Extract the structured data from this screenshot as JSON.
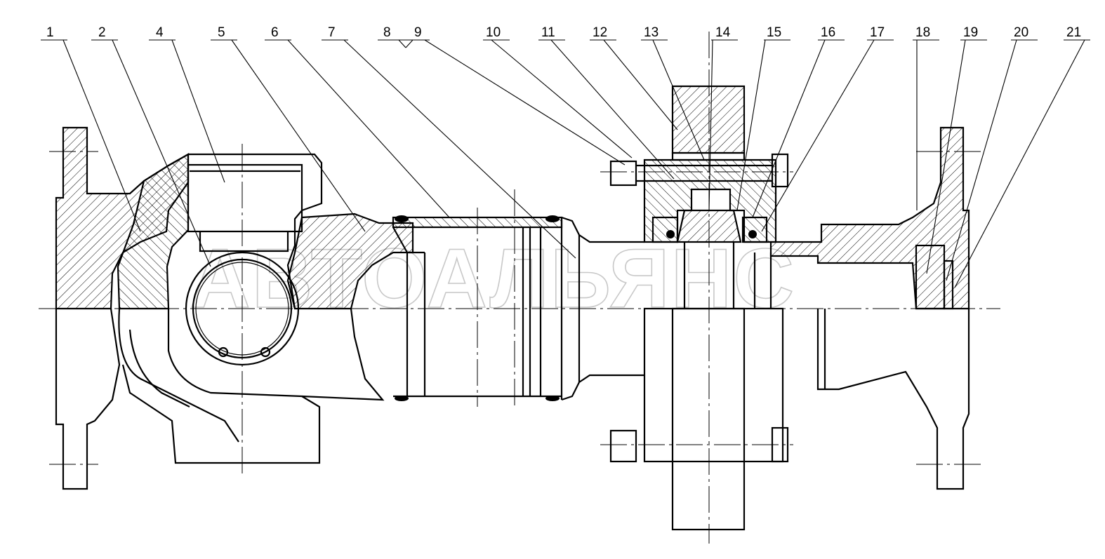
{
  "watermark": "АВТОАЛЬЯНС",
  "callouts": [
    {
      "id": "c1",
      "label": "1"
    },
    {
      "id": "c2",
      "label": "2"
    },
    {
      "id": "c4",
      "label": "4"
    },
    {
      "id": "c5",
      "label": "5"
    },
    {
      "id": "c6",
      "label": "6"
    },
    {
      "id": "c7",
      "label": "7"
    },
    {
      "id": "c8",
      "label": "8"
    },
    {
      "id": "c9",
      "label": "9"
    },
    {
      "id": "c10",
      "label": "10"
    },
    {
      "id": "c11",
      "label": "11"
    },
    {
      "id": "c12",
      "label": "12"
    },
    {
      "id": "c13",
      "label": "13"
    },
    {
      "id": "c14",
      "label": "14"
    },
    {
      "id": "c15",
      "label": "15"
    },
    {
      "id": "c16",
      "label": "16"
    },
    {
      "id": "c17",
      "label": "17"
    },
    {
      "id": "c18",
      "label": "18"
    },
    {
      "id": "c19",
      "label": "19"
    },
    {
      "id": "c20",
      "label": "20"
    },
    {
      "id": "c21",
      "label": "21"
    }
  ]
}
